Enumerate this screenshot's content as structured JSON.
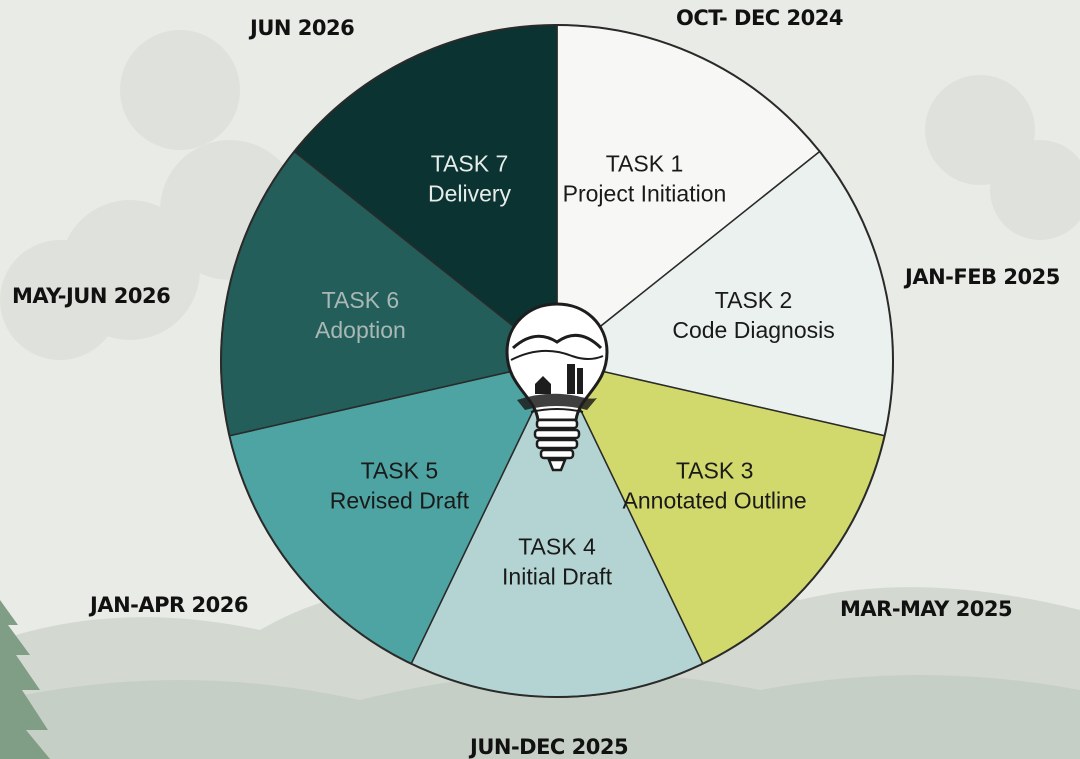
{
  "segments": [
    {
      "task": "TASK 1",
      "name": "Project Initiation",
      "date": "OCT- DEC 2024",
      "color": "#f7f7f5",
      "text_color": "#1a1a1a"
    },
    {
      "task": "TASK 2",
      "name": "Code Diagnosis",
      "date": "JAN-FEB 2025",
      "color": "#eaf1ef",
      "text_color": "#1a1a1a"
    },
    {
      "task": "TASK 3",
      "name": "Annotated Outline",
      "date": "MAR-MAY 2025",
      "color": "#d1d86c",
      "text_color": "#1a1a1a"
    },
    {
      "task": "TASK 4",
      "name": "Initial Draft",
      "date": "JUN-DEC 2025",
      "color": "#b3d4d2",
      "text_color": "#1a1a1a"
    },
    {
      "task": "TASK 5",
      "name": "Revised Draft",
      "date": "JAN-APR 2026",
      "color": "#4ea4a2",
      "text_color": "#1a1a1a"
    },
    {
      "task": "TASK 6",
      "name": "Adoption",
      "date": "MAY-JUN 2026",
      "color": "#235e5a",
      "text_color": "#a9b8b5"
    },
    {
      "task": "TASK 7",
      "name": "Delivery",
      "date": "JUN 2026",
      "color": "#0a3331",
      "text_color": "#e6ece9"
    }
  ],
  "icon": "lightbulb-landscape-icon"
}
